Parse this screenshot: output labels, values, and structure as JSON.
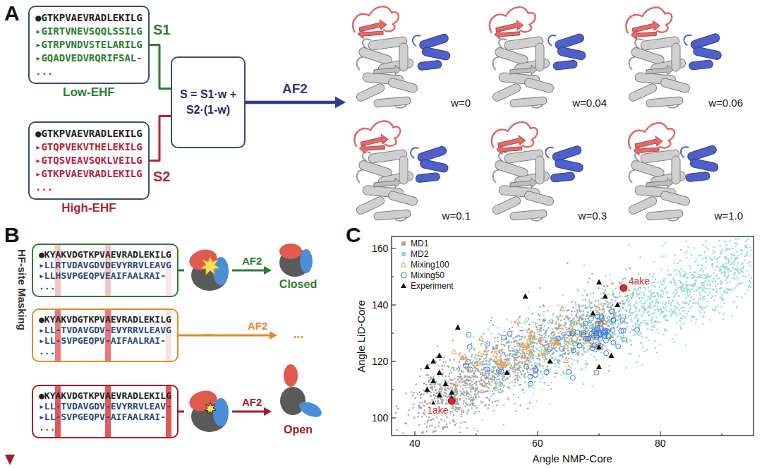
{
  "diagram": {
    "nodes": [
      {
        "text": [
          "●GTKPVAEVRADLEKILG",
          "▸GIRTVNEVSQQLSSILG",
          "▸GTRPVNDVSTELARILG",
          "▸GQADVEDVRQRIFSAL-",
          "...",
          "Low-EHF"
        ]
      },
      {
        "text": [
          "●GTKPVAEVRADLEKILG",
          "▸GTQPVEKVTHELEKILG",
          "▸GTQSVEAVSQKLVEILG",
          "▸GTKPVAEVRADLEKILG",
          "...",
          "High-EHF"
        ]
      },
      {
        "text": [
          "S = S1·w + S2·(1-w)"
        ]
      },
      {
        "text": [
          "w=0"
        ]
      },
      {
        "text": [
          "w=0.04"
        ]
      },
      {
        "text": [
          "w=0.06"
        ]
      },
      {
        "text": [
          "w=0.1"
        ]
      },
      {
        "text": [
          "w=0.3"
        ]
      },
      {
        "text": [
          "w=1.0"
        ]
      },
      {
        "text": [
          "●KYAKVDGTKPVAEVRADLEKILG",
          "▸LLRTVDAVGDVDEVYRRVLEAVG",
          "▸LLHSVPGEQPVEAIFAALRAI-",
          "..."
        ]
      },
      {
        "text": [
          "●KYAKVDGTKPVAEVRADLEKILG",
          "▸LL-TVDAVGDV-EVYRRVLEAVG",
          "▸LL-SVPGEQPV-AIFAALRAI-",
          "..."
        ]
      },
      {
        "text": [
          "●KYAKVDGTKPVAEVRADLEKILG",
          "▸LL-TVDAVGDV-EVYRRVLEAV-",
          "▸LL-SVPGEQPV-AIFAALRAI-",
          "..."
        ]
      },
      {
        "text": [
          "Closed"
        ]
      },
      {
        "text": [
          "..."
        ]
      },
      {
        "text": [
          "Open"
        ]
      }
    ],
    "edges": [
      {
        "from": 0,
        "to": 2,
        "label": "S1",
        "arrow": "none"
      },
      {
        "from": 1,
        "to": 2,
        "label": "S2",
        "arrow": "none"
      },
      {
        "from": 2,
        "to": 3,
        "label": "AF2",
        "arrow": "to"
      },
      {
        "from": 9,
        "to": 12,
        "label": "AF2",
        "arrow": "to"
      },
      {
        "from": 10,
        "to": 13,
        "label": "AF2",
        "arrow": "to"
      },
      {
        "from": 11,
        "to": 14,
        "label": "AF2",
        "arrow": "to"
      }
    ],
    "labels": [
      "A",
      "B",
      "HF-site Masking",
      "...",
      "C",
      "Angle LiD-Core",
      "Angle NMP-Core",
      "160",
      "140",
      "120",
      "100",
      "40",
      "60",
      "80",
      "4ake",
      "1ake"
    ],
    "legend": [
      {
        "text": "MD1",
        "color": "#a6a6a6"
      },
      {
        "text": "MD2",
        "color": "#8fdcd6"
      },
      {
        "text": "Mixing100"
      },
      {
        "text": "Mixing50"
      },
      {
        "text": "Experiment"
      }
    ]
  }
}
